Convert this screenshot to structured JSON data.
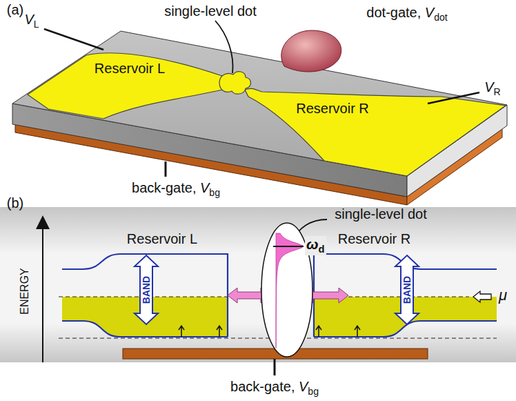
{
  "diagram": {
    "nodes": [
      {
        "text": [
          "Reservoir L"
        ]
      },
      {
        "text": [
          "ωd"
        ]
      },
      {
        "text": [
          "Reservoir R"
        ]
      }
    ],
    "edges": [
      {
        "from": 0,
        "to": 1,
        "arrow": "both"
      },
      {
        "from": 1,
        "to": 2,
        "arrow": "both"
      }
    ],
    "labels": [
      "(a)",
      "VL",
      "single-level dot",
      "dot-gate, Vdot",
      "Reservoir L",
      "Reservoir R",
      "VR",
      "back-gate, Vbg",
      "(b)",
      "single-level dot",
      "BAND",
      "BAND",
      "ENERGY",
      "μ",
      "back-gate, Vbg"
    ]
  }
}
